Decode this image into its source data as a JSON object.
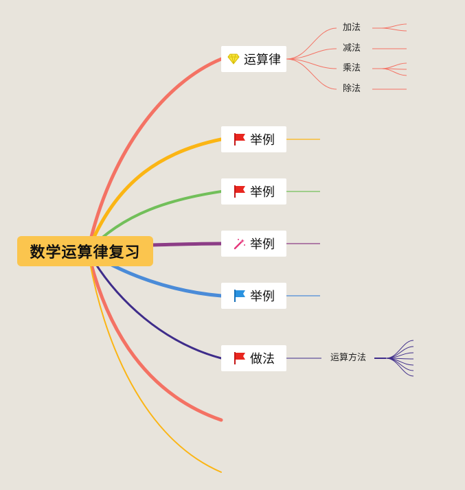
{
  "root": {
    "label": "数学运算律复习"
  },
  "branches": [
    {
      "label": "运算律",
      "icon": "diamond-icon",
      "color": "#f47264"
    },
    {
      "label": "举例",
      "icon": "red-flag-icon",
      "color": "#fbb514"
    },
    {
      "label": "举例",
      "icon": "red-flag-icon",
      "color": "#72bf5a"
    },
    {
      "label": "举例",
      "icon": "magic-wand-icon",
      "color": "#8c3c86"
    },
    {
      "label": "举例",
      "icon": "blue-flag-icon",
      "color": "#4a8bd8"
    },
    {
      "label": "做法",
      "icon": "red-flag-icon",
      "color": "#3e2c8a"
    }
  ],
  "leaves": {
    "operations": [
      "加法",
      "减法",
      "乘法",
      "除法"
    ],
    "method": "运算方法"
  },
  "colors": {
    "background": "#e8e4dc",
    "root_fill": "#fbc54e",
    "node_fill": "#ffffff",
    "extra_red": "#f47264",
    "extra_yellow": "#fbb514"
  }
}
